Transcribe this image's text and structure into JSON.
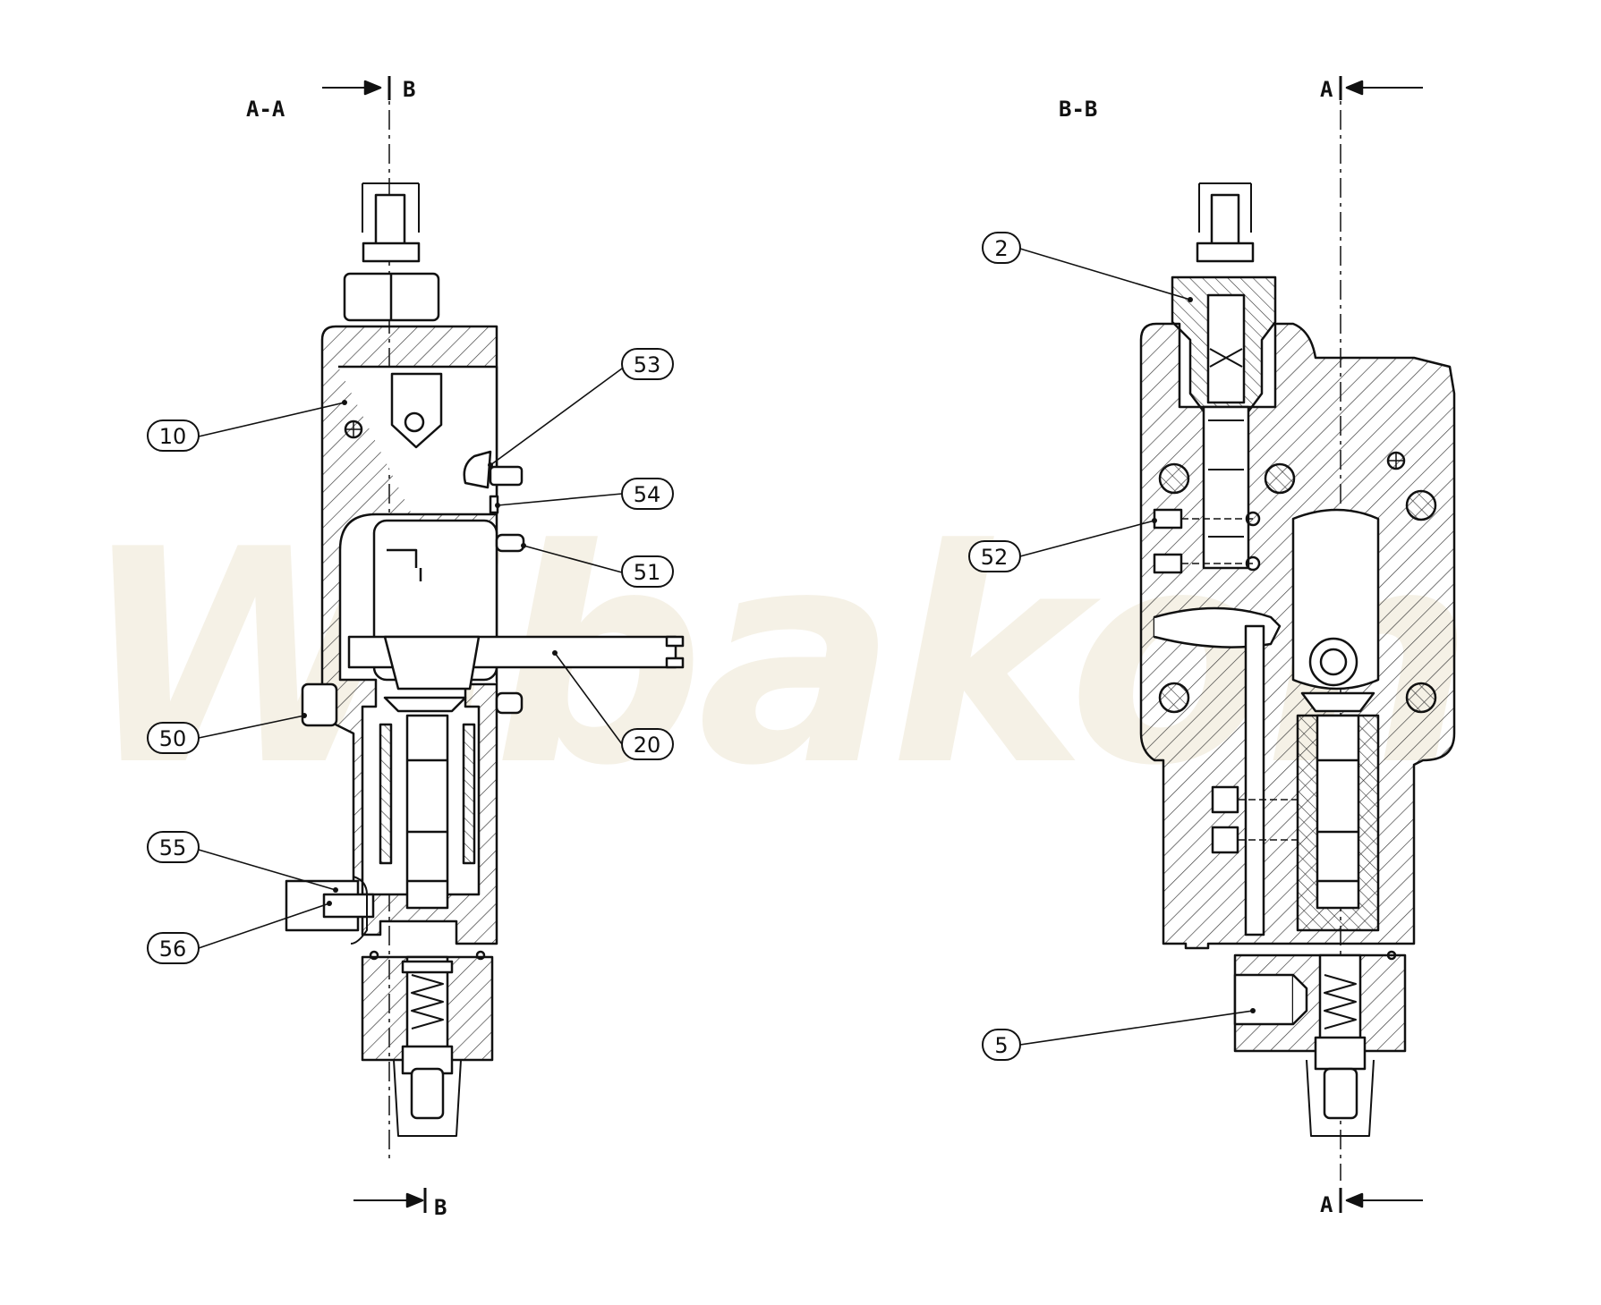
{
  "watermark": "Wibakon",
  "colors": {
    "line": "#111111",
    "hatch": "#333333",
    "watermark": "#f5f1e6",
    "background": "#ffffff"
  },
  "sections": {
    "left": {
      "title": "A-A",
      "cut_top_letter": "B",
      "cut_bottom_letter": "B"
    },
    "right": {
      "title": "B-B",
      "cut_top_letter": "A",
      "cut_bottom_letter": "A"
    }
  },
  "callouts": {
    "c10": "10",
    "c53": "53",
    "c54": "54",
    "c51": "51",
    "c20": "20",
    "c50": "50",
    "c55": "55",
    "c56": "56",
    "c2": "2",
    "c52": "52",
    "c5": "5"
  }
}
